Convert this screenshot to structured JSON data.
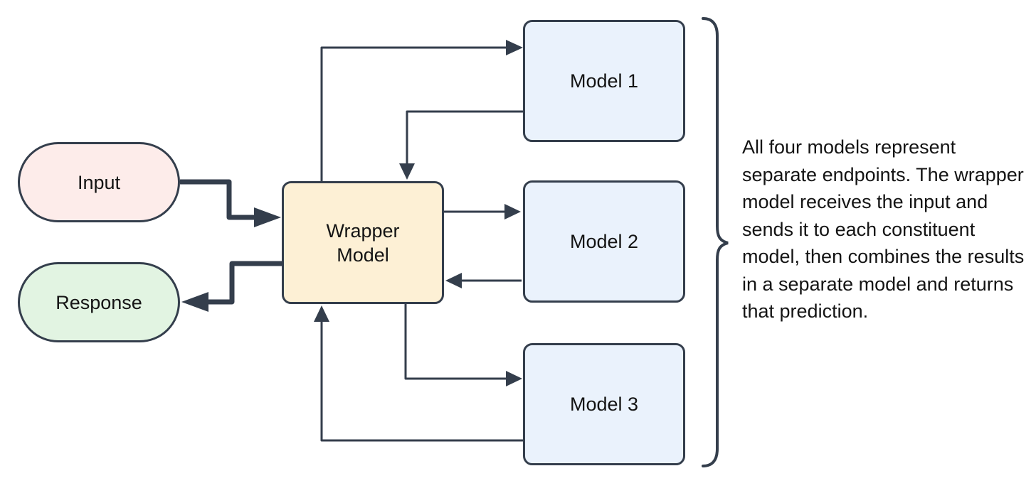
{
  "diagram": {
    "nodes": {
      "input": {
        "label": "Input",
        "fill": "#fdecea",
        "shape": "pill"
      },
      "response": {
        "label": "Response",
        "fill": "#e2f4e2",
        "shape": "pill"
      },
      "wrapper": {
        "label": "Wrapper Model",
        "fill": "#fdf0d5",
        "shape": "rounded-rect"
      },
      "model1": {
        "label": "Model 1",
        "fill": "#eaf2fc",
        "shape": "rounded-rect"
      },
      "model2": {
        "label": "Model 2",
        "fill": "#eaf2fc",
        "shape": "rounded-rect"
      },
      "model3": {
        "label": "Model 3",
        "fill": "#eaf2fc",
        "shape": "rounded-rect"
      }
    },
    "connectors": [
      {
        "from": "input",
        "to": "wrapper",
        "style": "thick-arrow"
      },
      {
        "from": "wrapper",
        "to": "response",
        "style": "thick-arrow"
      },
      {
        "from": "wrapper",
        "to": "model1",
        "style": "thin-arrow"
      },
      {
        "from": "model1",
        "to": "wrapper",
        "style": "thin-arrow"
      },
      {
        "from": "wrapper",
        "to": "model2",
        "style": "thin-arrow"
      },
      {
        "from": "model2",
        "to": "wrapper",
        "style": "thin-arrow"
      },
      {
        "from": "wrapper",
        "to": "model3",
        "style": "thin-arrow"
      },
      {
        "from": "model3",
        "to": "wrapper",
        "style": "thin-arrow"
      }
    ],
    "annotation": {
      "text": "All four models represent separate endpoints. The wrapper model receives the input and sends it to each constituent model, then combines the results in a separate model and returns that prediction."
    },
    "colors": {
      "stroke": "#343e4c",
      "text": "#141414",
      "background": "#ffffff",
      "input_fill": "#fdecea",
      "response_fill": "#e2f4e2",
      "wrapper_fill": "#fdf0d5",
      "model_fill": "#eaf2fc"
    }
  }
}
